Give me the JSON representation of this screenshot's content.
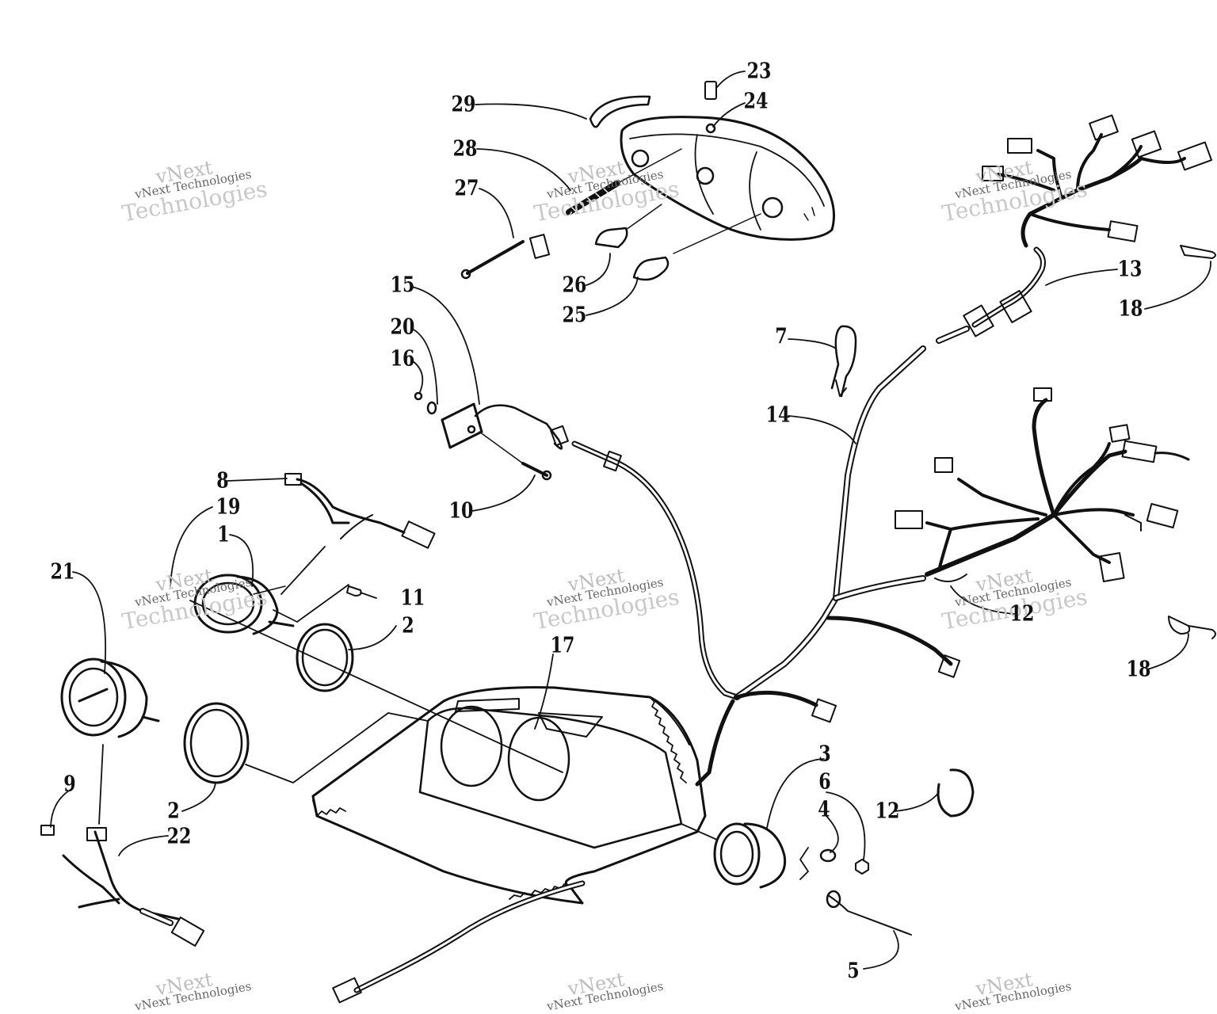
{
  "callouts": [
    {
      "id": "23",
      "label": "23"
    },
    {
      "id": "24",
      "label": "24"
    },
    {
      "id": "29",
      "label": "29"
    },
    {
      "id": "28",
      "label": "28"
    },
    {
      "id": "27",
      "label": "27"
    },
    {
      "id": "26",
      "label": "26"
    },
    {
      "id": "25",
      "label": "25"
    },
    {
      "id": "15",
      "label": "15"
    },
    {
      "id": "20",
      "label": "20"
    },
    {
      "id": "16",
      "label": "16"
    },
    {
      "id": "10",
      "label": "10"
    },
    {
      "id": "13",
      "label": "13"
    },
    {
      "id": "18a",
      "label": "18"
    },
    {
      "id": "7",
      "label": "7"
    },
    {
      "id": "14",
      "label": "14"
    },
    {
      "id": "8",
      "label": "8"
    },
    {
      "id": "19",
      "label": "19"
    },
    {
      "id": "1",
      "label": "1"
    },
    {
      "id": "21",
      "label": "21"
    },
    {
      "id": "11",
      "label": "11"
    },
    {
      "id": "2a",
      "label": "2"
    },
    {
      "id": "17",
      "label": "17"
    },
    {
      "id": "12a",
      "label": "12"
    },
    {
      "id": "18b",
      "label": "18"
    },
    {
      "id": "3",
      "label": "3"
    },
    {
      "id": "6",
      "label": "6"
    },
    {
      "id": "4",
      "label": "4"
    },
    {
      "id": "12b",
      "label": "12"
    },
    {
      "id": "9",
      "label": "9"
    },
    {
      "id": "2b",
      "label": "2"
    },
    {
      "id": "22",
      "label": "22"
    },
    {
      "id": "5",
      "label": "5"
    }
  ],
  "watermark": {
    "line1": "vNext",
    "line2": "vNext Technologies",
    "line3": "Technologies"
  },
  "colors": {
    "ink": "#111111",
    "watermark": "#9a9a9a"
  }
}
